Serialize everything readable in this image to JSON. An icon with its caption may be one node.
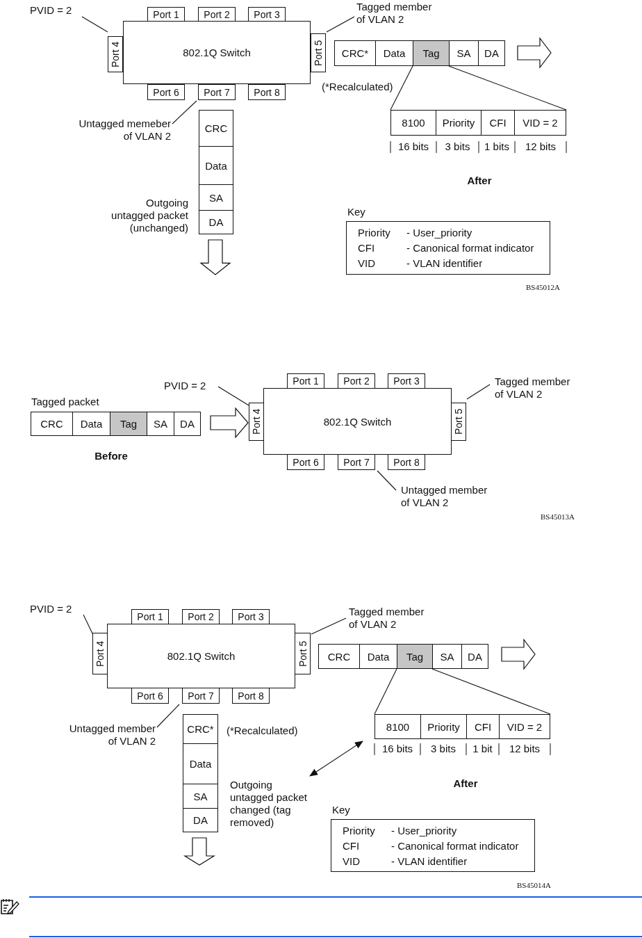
{
  "diagram": {
    "nodes": [
      {
        "text": [
          "PVID = 2"
        ]
      },
      {
        "text": [
          "Port 1"
        ]
      },
      {
        "text": [
          "Port 2"
        ]
      },
      {
        "text": [
          "Port 3"
        ]
      },
      {
        "text": [
          "Tagged member of VLAN 2"
        ]
      },
      {
        "text": [
          "Port 4"
        ]
      },
      {
        "text": [
          "802.1Q Switch"
        ]
      },
      {
        "text": [
          "Port 5"
        ]
      },
      {
        "text": [
          "CRC*"
        ]
      },
      {
        "text": [
          "Data"
        ]
      },
      {
        "text": [
          "Tag"
        ]
      },
      {
        "text": [
          "SA"
        ]
      },
      {
        "text": [
          "DA"
        ]
      },
      {
        "text": [
          "Port 6"
        ]
      },
      {
        "text": [
          "Port 7"
        ]
      },
      {
        "text": [
          "Port 8"
        ]
      },
      {
        "text": [
          "Untagged memeber of VLAN 2"
        ]
      },
      {
        "text": [
          "CRC"
        ]
      },
      {
        "text": [
          "8100"
        ]
      },
      {
        "text": [
          "Priority"
        ]
      },
      {
        "text": [
          "CFI"
        ]
      },
      {
        "text": [
          "VID = 2"
        ]
      },
      {
        "text": [
          "Data"
        ]
      },
      {
        "text": [
          "SA"
        ]
      },
      {
        "text": [
          "DA"
        ]
      },
      {
        "text": [
          "Key",
          "Priority",
          "- User_priority",
          "CFI",
          "- Canonical format indicator",
          "VID",
          "- VLAN identifier"
        ]
      },
      {
        "text": [
          "PVID = 2"
        ]
      },
      {
        "text": [
          "Port 1"
        ]
      },
      {
        "text": [
          "Port 2"
        ]
      },
      {
        "text": [
          "Port 3"
        ]
      },
      {
        "text": [
          "Tagged member of VLAN 2"
        ]
      },
      {
        "text": [
          "CRC"
        ]
      },
      {
        "text": [
          "Data"
        ]
      },
      {
        "text": [
          "Tag"
        ]
      },
      {
        "text": [
          "SA"
        ]
      },
      {
        "text": [
          "DA"
        ]
      },
      {
        "text": [
          "Port 4"
        ]
      },
      {
        "text": [
          "802.1Q Switch"
        ]
      },
      {
        "text": [
          "Port 5"
        ]
      },
      {
        "text": [
          "Port 6"
        ]
      },
      {
        "text": [
          "Port 7"
        ]
      },
      {
        "text": [
          "Port 8"
        ]
      },
      {
        "text": [
          "Untagged member of VLAN 2"
        ]
      },
      {
        "text": [
          "PVID = 2"
        ]
      },
      {
        "text": [
          "Port 1"
        ]
      },
      {
        "text": [
          "Port 2"
        ]
      },
      {
        "text": [
          "Port 3"
        ]
      },
      {
        "text": [
          "Tagged member of VLAN 2"
        ]
      },
      {
        "text": [
          "Port 4"
        ]
      },
      {
        "text": [
          "802.1Q Switch"
        ]
      },
      {
        "text": [
          "Port 5"
        ]
      },
      {
        "text": [
          "CRC"
        ]
      },
      {
        "text": [
          "Data"
        ]
      },
      {
        "text": [
          "Tag"
        ]
      },
      {
        "text": [
          "SA"
        ]
      },
      {
        "text": [
          "DA"
        ]
      },
      {
        "text": [
          "Port 6"
        ]
      },
      {
        "text": [
          "Port 7"
        ]
      },
      {
        "text": [
          "Port 8"
        ]
      },
      {
        "text": [
          "Untagged member of VLAN 2"
        ]
      },
      {
        "text": [
          "CRC*"
        ]
      },
      {
        "text": [
          "8100"
        ]
      },
      {
        "text": [
          "Priority"
        ]
      },
      {
        "text": [
          "CFI"
        ]
      },
      {
        "text": [
          "VID = 2"
        ]
      },
      {
        "text": [
          "Data"
        ]
      },
      {
        "text": [
          "SA"
        ]
      },
      {
        "text": [
          "DA"
        ]
      },
      {
        "text": [
          "Outgoing untagged packet changed (tag removed)"
        ]
      },
      {
        "text": [
          "Key",
          "Priority",
          "- User_priority",
          "CFI",
          "- Canonical format indicator",
          "VID",
          "- VLAN identifier"
        ]
      }
    ],
    "edges": [
      {
        "from": 0,
        "to": 5,
        "arrow": "none"
      },
      {
        "from": 4,
        "to": 7,
        "arrow": "none"
      },
      {
        "from": 16,
        "to": 14,
        "arrow": "none"
      },
      {
        "from": 10,
        "to": 18,
        "arrow": "none"
      },
      {
        "from": 10,
        "to": 21,
        "arrow": "none"
      },
      {
        "from": 26,
        "to": 36,
        "arrow": "none"
      },
      {
        "from": 30,
        "to": 38,
        "arrow": "none"
      },
      {
        "from": 42,
        "to": 40,
        "arrow": "none"
      },
      {
        "from": 35,
        "to": 36,
        "arrow": "to",
        "style": "thick"
      },
      {
        "from": 43,
        "to": 48,
        "arrow": "none"
      },
      {
        "from": 47,
        "to": 50,
        "arrow": "none"
      },
      {
        "from": 59,
        "to": 57,
        "arrow": "none"
      },
      {
        "from": 53,
        "to": 61,
        "arrow": "none"
      },
      {
        "from": 53,
        "to": 64,
        "arrow": "none"
      },
      {
        "from": 68,
        "to": 61,
        "arrow": "both"
      }
    ],
    "labels": [
      "(*Recalculated)",
      "16 bits",
      "3 bits",
      "1 bits",
      "12 bits",
      "After",
      "Outgoing untagged packet (unchanged)",
      "BS45012A",
      "Tagged packet",
      "Before",
      "BS45013A",
      "(*Recalculated)",
      "16 bits",
      "3 bits",
      "1 bit",
      "12 bits",
      "After",
      "BS45014A"
    ]
  }
}
